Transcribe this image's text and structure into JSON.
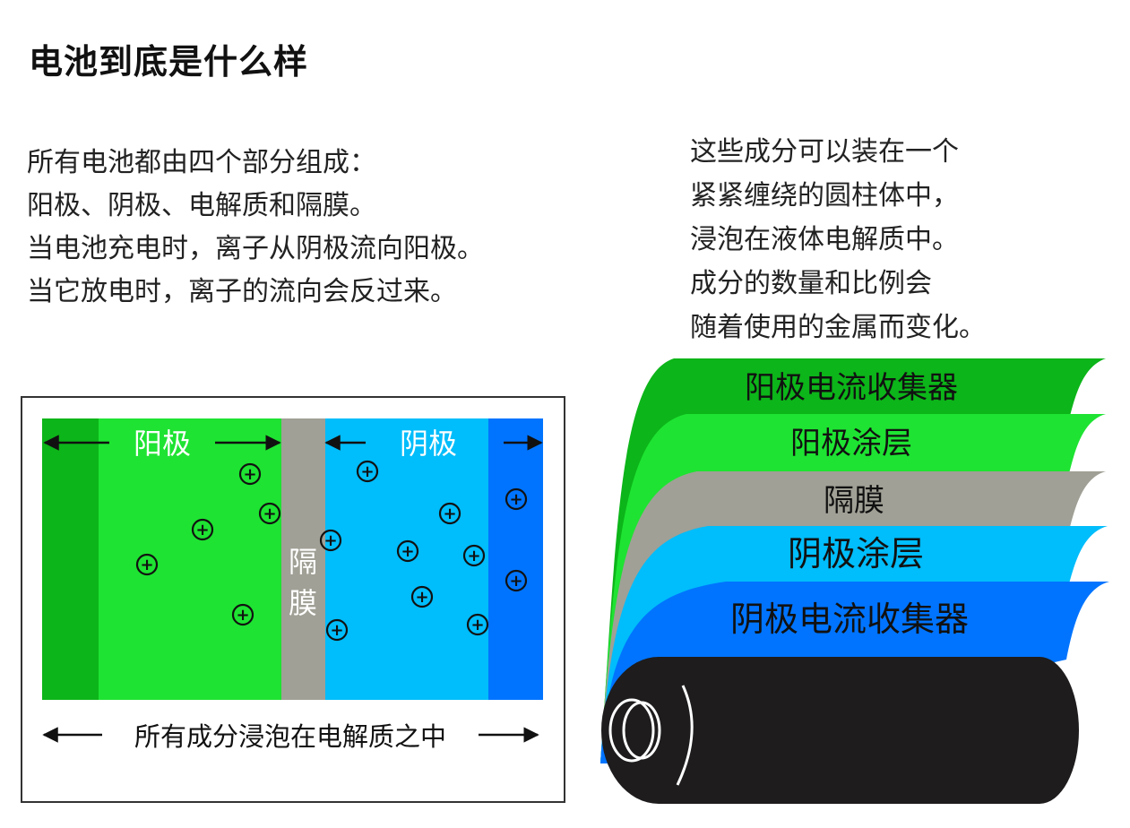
{
  "title": "电池到底是什么样",
  "intro_left": {
    "lines": [
      "所有电池都由四个部分组成：",
      "阳极、阴极、电解质和隔膜。",
      "当电池充电时，离子从阴极流向阳极。",
      "当它放电时，离子的流向会反过来。"
    ]
  },
  "intro_right": {
    "lines": [
      "这些成分可以装在一个",
      "紧紧缠绕的圆柱体中，",
      "浸泡在液体电解质中。",
      "成分的数量和比例会",
      "随着使用的金属而变化。"
    ]
  },
  "cell_diagram": {
    "anode_label": "阳极",
    "separator_label": "隔膜",
    "cathode_label": "阴极",
    "ion_symbol": "+",
    "electrolyte_caption": "所有成分浸泡在电解质之中",
    "colors": {
      "anode_collector": "#0cb519",
      "anode": "#1ee332",
      "separator": "#a0a096",
      "cathode": "#00bdfb",
      "cathode_collector": "#0074ff"
    }
  },
  "roll_diagram": {
    "layers": [
      "阳极电流收集器",
      "阳极涂层",
      "隔膜",
      "阴极涂层",
      "阴极电流收集器"
    ],
    "colors": {
      "anode_collector": "#0cb519",
      "anode_coating": "#1ee332",
      "separator": "#a0a096",
      "cathode_coating": "#00bdfb",
      "cathode_collector": "#0074ff",
      "roll": "#1e1c1c"
    }
  }
}
